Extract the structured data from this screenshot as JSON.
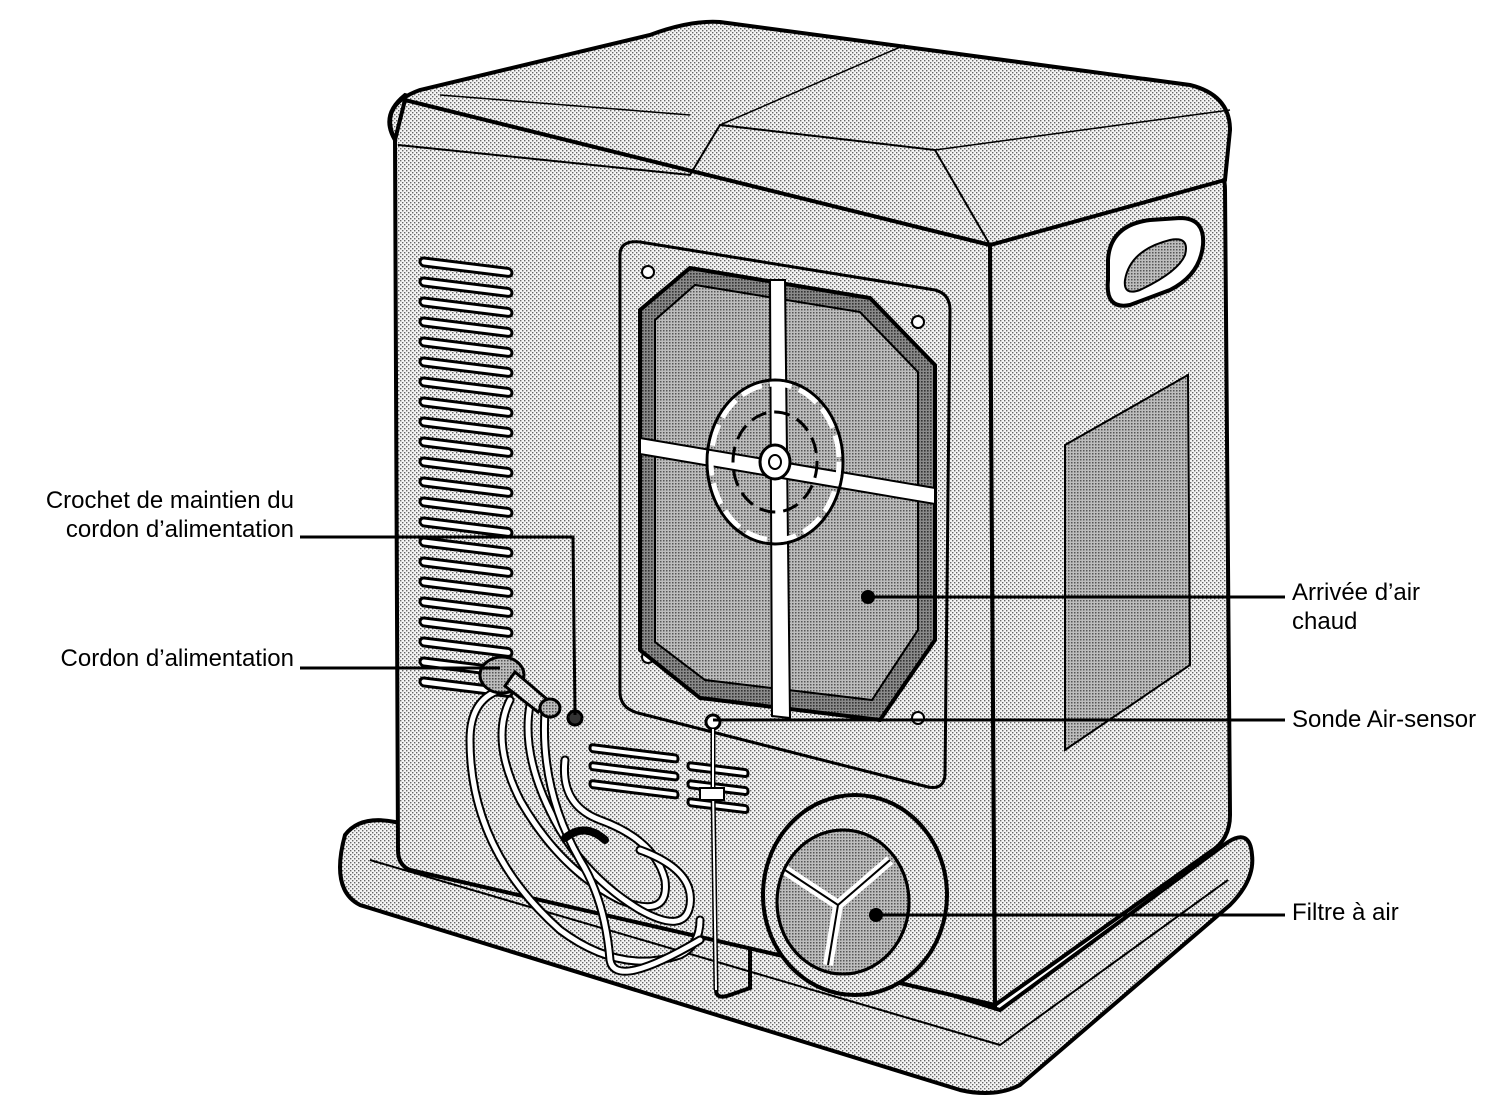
{
  "diagram": {
    "subject": "heater-rear-view",
    "colors": {
      "ink": "#000000",
      "body": "#e7e7e7",
      "shadow": "#b4b4b4",
      "filter": "#8c8c8c",
      "paper": "#ffffff"
    }
  },
  "labels": {
    "crochet": {
      "line1": "Crochet de maintien du",
      "line2": "cordon d’alimentation"
    },
    "cordon": {
      "line1": "Cordon d’alimentation"
    },
    "arrivee": {
      "line1": "Arrivée d’air",
      "line2": "chaud"
    },
    "sonde": {
      "line1": "Sonde Air-sensor"
    },
    "filtre": {
      "line1": "Filtre à air"
    }
  }
}
